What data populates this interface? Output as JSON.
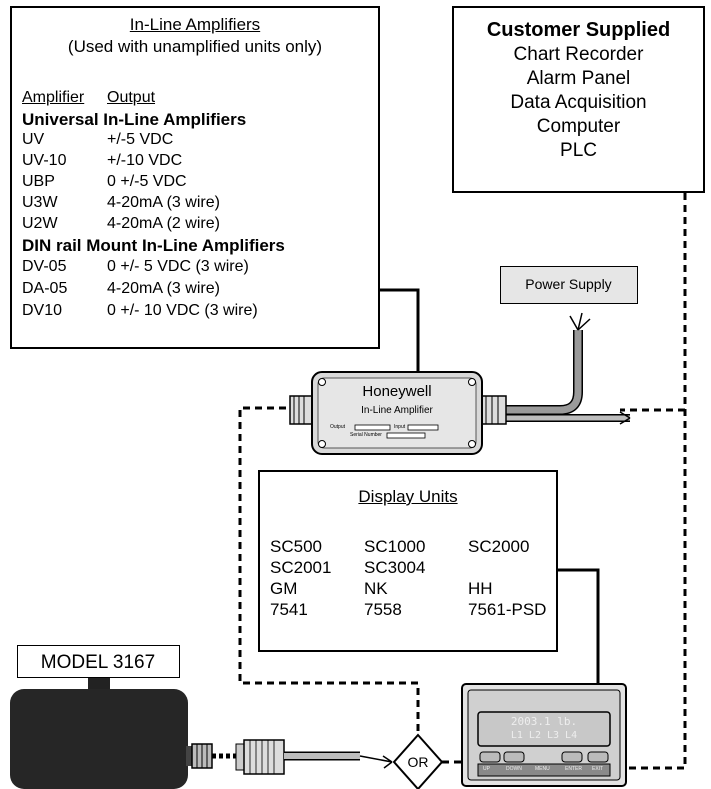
{
  "amplifiers": {
    "title": "In-Line Amplifiers",
    "subtitle": "(Used with unamplified units only)",
    "col_amplifier": "Amplifier",
    "col_output": "Output",
    "universal_heading": "Universal In-Line Amplifiers",
    "universal": [
      {
        "model": "UV",
        "output": "+/-5 VDC"
      },
      {
        "model": "UV-10",
        "output": "+/-10 VDC"
      },
      {
        "model": "UBP",
        "output": "0 +/-5 VDC"
      },
      {
        "model": "U3W",
        "output": "4-20mA (3 wire)"
      },
      {
        "model": "U2W",
        "output": "4-20mA (2 wire)"
      }
    ],
    "din_heading": "DIN rail Mount In-Line Amplifiers",
    "din": [
      {
        "model": "DV-05",
        "output": "0 +/- 5 VDC (3 wire)"
      },
      {
        "model": "DA-05",
        "output": "4-20mA (3 wire)"
      },
      {
        "model": "DV10",
        "output": "0 +/- 10 VDC (3 wire)"
      }
    ]
  },
  "customer": {
    "title": "Customer Supplied",
    "items": [
      "Chart Recorder",
      "Alarm Panel",
      "Data Acquisition",
      "Computer",
      "PLC"
    ]
  },
  "power_supply": "Power Supply",
  "amplifier_device": {
    "brand": "Honeywell",
    "name": "In-Line Amplifier",
    "output_label": "Output",
    "input_label": "Input",
    "serial_label": "Serial Number"
  },
  "display_units": {
    "title": "Display Units",
    "rows": [
      [
        "SC500",
        "SC1000",
        "SC2000"
      ],
      [
        "SC2001",
        "SC3004",
        ""
      ],
      [
        "GM",
        "NK",
        "HH"
      ],
      [
        "7541",
        "7558",
        "7561-PSD"
      ]
    ]
  },
  "model": "MODEL 3167",
  "or_label": "OR",
  "display_device": {
    "reading": "2003.1 lb.",
    "lamps": "L1 L2 L3 L4",
    "buttons": [
      "UP",
      "DOWN",
      "MENU",
      "ENTER",
      "EXIT"
    ]
  }
}
